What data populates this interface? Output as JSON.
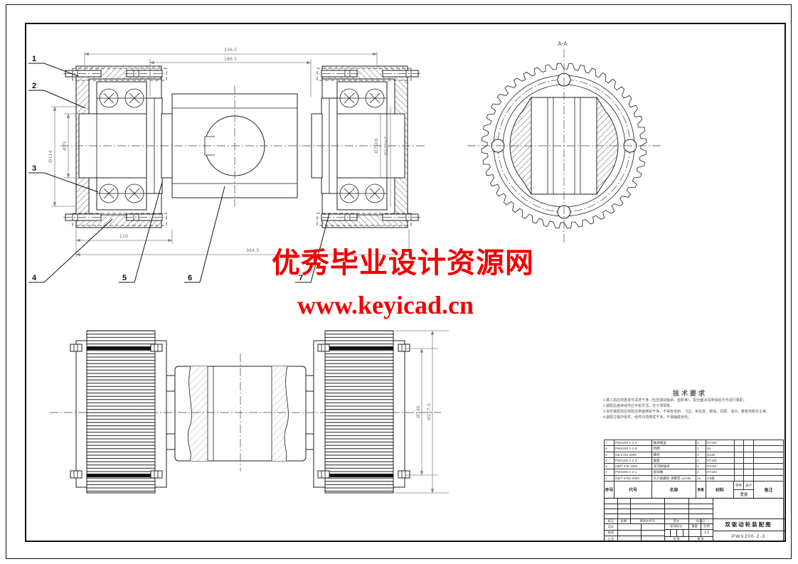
{
  "watermark": {
    "line1": "优秀毕业设计资源网",
    "line2": "www.keyicad.cn",
    "color": "#f20000"
  },
  "main_view": {
    "balloons": [
      "1",
      "2",
      "3",
      "4",
      "5",
      "6",
      "7"
    ],
    "dims": {
      "top_overall": "336.5",
      "top_inner": "186.5",
      "bottom_left": "110",
      "bottom_overall": "364.5",
      "left_outer": "Ø114",
      "left_inner": "Ø75",
      "right_inner": "Ø75k6",
      "right_outer": "Ø114H7"
    }
  },
  "section_view": {
    "label": "A-A"
  },
  "bottom_view": {
    "dims": {
      "inner": "Ø140",
      "outer": "Ø217.5"
    }
  },
  "tech": {
    "title": "技术要求",
    "lines": [
      "1.装入前应将各零件清洗干净（包括滚动轴承、齿轮等），配合面涂润滑油后方可进行装配。",
      "2.装配后各转动件应平稳灵活，无卡滞现象。",
      "3.零件装配前应将配合表面擦拭干净，不得有毛刺、飞边、氧化皮、锈蚀、切屑、油污、着色剂和灰尘等。",
      "4.装配过程中零件、组件均须擦拭干净，不得磕碰划伤。"
    ]
  },
  "bom": {
    "headers": {
      "no": "序号",
      "code": "代号",
      "name": "名称",
      "qty": "数量",
      "material": "材料",
      "weight": "重量",
      "unit": "单件",
      "total": "总计",
      "remark": "备注"
    },
    "rows": [
      {
        "no": "7",
        "code": "PWX200·1·2·4",
        "name": "轴承端盖",
        "qty": "2",
        "material": "HT150"
      },
      {
        "no": "6",
        "code": "PWX200·1·2·5",
        "name": "挡圈",
        "qty": "1",
        "material": "45"
      },
      {
        "no": "5",
        "code": "GB 5782-2000",
        "name": "螺栓",
        "qty": "4",
        "material": "Q235"
      },
      {
        "no": "4",
        "code": "PWX200·1·2·3",
        "name": "轴套",
        "qty": "1",
        "material": "HT150"
      },
      {
        "no": "3",
        "code": "GB/T 276-1994",
        "name": "深沟球轴承",
        "qty": "4",
        "material": "GCr15"
      },
      {
        "no": "2",
        "code": "PWX200·1·2·1",
        "name": "驱动轴",
        "qty": "2",
        "material": "HT150"
      },
      {
        "no": "1",
        "code": "GB/T 5782-2000",
        "name": "大六角螺栓·弹簧垫 12×35",
        "qty": "12",
        "material": "4.8级"
      }
    ]
  },
  "title_block": {
    "revision_row": [
      "标记",
      "处数",
      "更改文件号",
      "签名",
      "年月日"
    ],
    "roles": [
      "设计",
      "校核",
      "工艺"
    ],
    "stage_label": "阶段标记",
    "weight_label": "重量",
    "scale_label": "比例",
    "scale_value": "1:2",
    "sheets_total": "共 张",
    "sheet_no": "第 张",
    "title": "双驱动轮装配图",
    "drawing_no": "PWX200-2-3"
  }
}
